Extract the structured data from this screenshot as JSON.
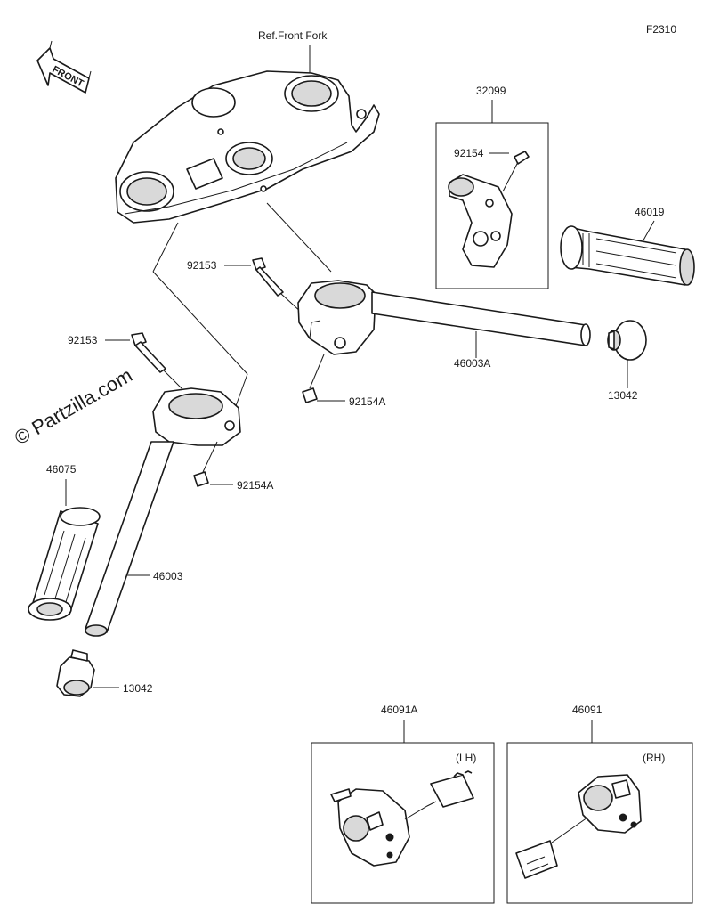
{
  "diagram_code": "F2310",
  "front_label": "FRONT",
  "watermark": "© Partzilla.com",
  "labels": {
    "ref_front_fork": "Ref.Front Fork",
    "p32099": "32099",
    "p92154": "92154",
    "p46019": "46019",
    "p92153_a": "92153",
    "p92153_b": "92153",
    "p46003a": "46003A",
    "p92154a_a": "92154A",
    "p92154a_b": "92154A",
    "p13042_a": "13042",
    "p13042_b": "13042",
    "p46075": "46075",
    "p46003": "46003",
    "p46091a": "46091A",
    "p46091": "46091",
    "lh": "(LH)",
    "rh": "(RH)"
  },
  "colors": {
    "line": "#1a1a1a",
    "shade": "#d9d9d9",
    "background": "#ffffff"
  }
}
